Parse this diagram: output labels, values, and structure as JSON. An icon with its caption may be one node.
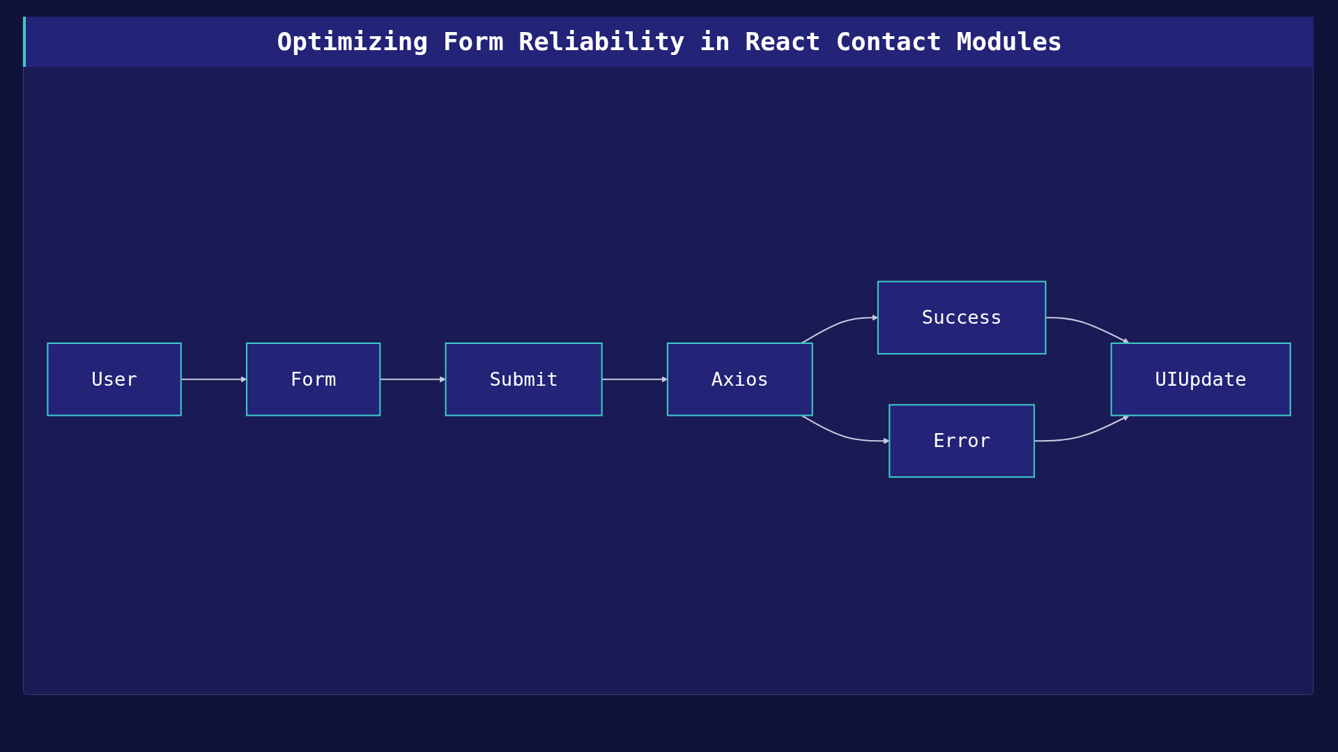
{
  "diagram": {
    "title": "Optimizing Form Reliability in React Contact Modules",
    "nodes": [
      {
        "text": [
          "User"
        ]
      },
      {
        "text": [
          "Form"
        ]
      },
      {
        "text": [
          "Submit"
        ]
      },
      {
        "text": [
          "Axios"
        ]
      },
      {
        "text": [
          "Success"
        ]
      },
      {
        "text": [
          "Error"
        ]
      },
      {
        "text": [
          "UIUpdate"
        ]
      }
    ],
    "edges": [
      {
        "from": 0,
        "to": 1,
        "arrow": "to"
      },
      {
        "from": 1,
        "to": 2,
        "arrow": "to"
      },
      {
        "from": 2,
        "to": 3,
        "arrow": "to"
      },
      {
        "from": 3,
        "to": 4,
        "arrow": "to"
      },
      {
        "from": 3,
        "to": 5,
        "arrow": "to"
      },
      {
        "from": 4,
        "to": 6,
        "arrow": "to"
      },
      {
        "from": 5,
        "to": 6,
        "arrow": "to"
      }
    ]
  }
}
